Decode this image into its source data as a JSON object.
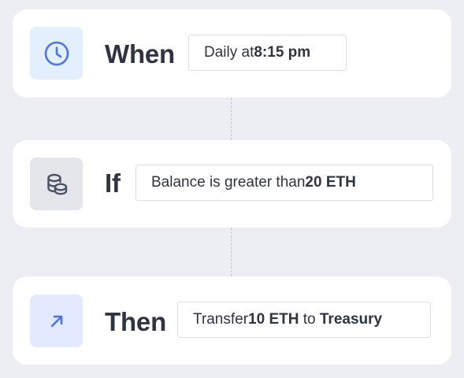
{
  "steps": {
    "when": {
      "keyword": "When",
      "icon": "clock-icon",
      "condition_prefix": "Daily at ",
      "condition_value": "8:15 pm"
    },
    "if": {
      "keyword": "If",
      "icon": "coins-icon",
      "condition_prefix": "Balance is greater than ",
      "condition_value": "20 ETH"
    },
    "then": {
      "keyword": "Then",
      "icon": "arrow-up-right-icon",
      "action_prefix": "Transfer ",
      "action_amount": "10 ETH",
      "action_mid": " to ",
      "action_target": "Treasury"
    }
  },
  "colors": {
    "background": "#eceef3",
    "card": "#ffffff",
    "accent_blue": "#4f73e8",
    "icon_dark": "#4a5263",
    "text": "#2e3442"
  }
}
